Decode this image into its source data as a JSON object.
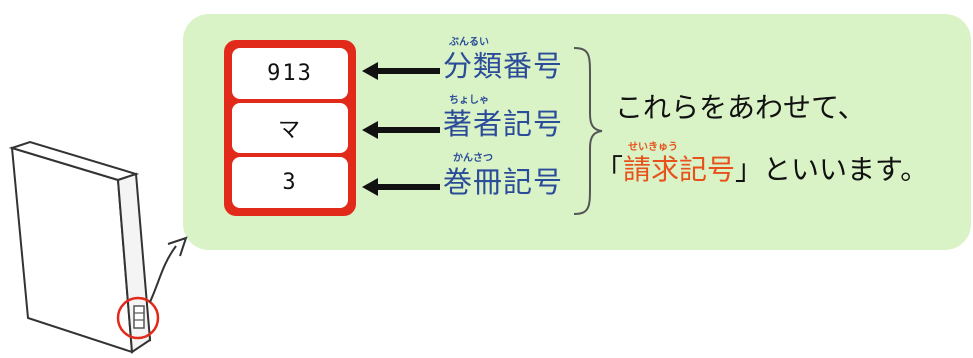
{
  "label": {
    "classification": "913",
    "author": "マ",
    "volume": "3"
  },
  "terms": [
    {
      "label": "分類番号",
      "reading": "ぶんるい"
    },
    {
      "label": "著者記号",
      "reading": "ちょしゃ"
    },
    {
      "label": "巻冊記号",
      "reading": "かんさつ"
    }
  ],
  "sentence": {
    "line1": "これらをあわせて、",
    "open_bracket": "「",
    "highlight": "請求記号",
    "highlight_reading": "せいきゅう",
    "close_bracket": "」",
    "suffix": "といいます。"
  },
  "colors": {
    "bubble": "#d9f2c6",
    "label_border": "#e12a1a",
    "term_text": "#2b4c99",
    "highlight_text": "#e8511a"
  }
}
